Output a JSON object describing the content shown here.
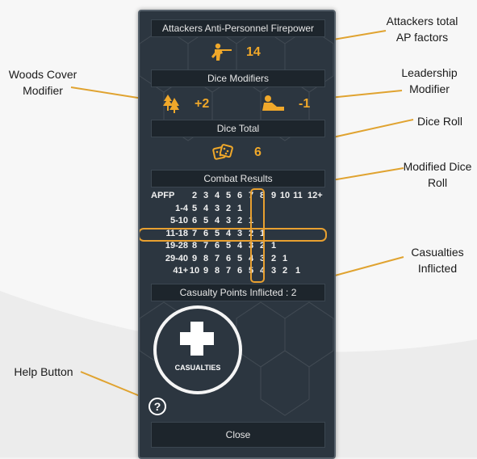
{
  "panel": {
    "firepower_header": "Attackers Anti-Personnel Firepower",
    "firepower_value": "14",
    "dice_modifiers_header": "Dice Modifiers",
    "woods_modifier": "+2",
    "leadership_modifier": "-1",
    "dice_total_header": "Dice Total",
    "dice_total_value": "6",
    "combat_results_header": "Combat Results",
    "casualty_points_label": "Casualty Points Inflicted : 2",
    "casualties_button_label": "CASUALTIES",
    "help_button_label": "?",
    "close_button_label": "Close"
  },
  "combat_table": {
    "header": [
      "APFP",
      "2",
      "3",
      "4",
      "5",
      "6",
      "7",
      "8",
      "9",
      "10",
      "11",
      "12+"
    ],
    "rows": [
      {
        "label": "1-4",
        "cells": [
          "5",
          "4",
          "3",
          "2",
          "1",
          "",
          "",
          "",
          "",
          "",
          ""
        ]
      },
      {
        "label": "5-10",
        "cells": [
          "6",
          "5",
          "4",
          "3",
          "2",
          "1",
          "",
          "",
          "",
          "",
          ""
        ]
      },
      {
        "label": "11-18",
        "cells": [
          "7",
          "6",
          "5",
          "4",
          "3",
          "2",
          "1",
          "",
          "",
          "",
          ""
        ]
      },
      {
        "label": "19-28",
        "cells": [
          "8",
          "7",
          "6",
          "5",
          "4",
          "3",
          "2",
          "1",
          "",
          "",
          ""
        ]
      },
      {
        "label": "29-40",
        "cells": [
          "9",
          "8",
          "7",
          "6",
          "5",
          "4",
          "3",
          "2",
          "1",
          "",
          ""
        ]
      },
      {
        "label": "41+",
        "cells": [
          "10",
          "9",
          "8",
          "7",
          "6",
          "5",
          "4",
          "3",
          "2",
          "1",
          ""
        ]
      }
    ]
  },
  "annotations": {
    "attackers_total": "Attackers total AP factors",
    "woods_cover": "Woods Cover Modifier",
    "leadership": "Leadership Modifier",
    "dice_roll": "Dice Roll",
    "modified_dice_roll": "Modified Dice Roll",
    "casualties_inflicted": "Casualties Inflicted",
    "help_button": "Help Button"
  },
  "colors": {
    "accent": "#f0a82a",
    "panel_bg": "#2c3640",
    "bar_bg": "#1d252c",
    "annotation_line": "#e0a330"
  },
  "icons": [
    "soldier-firing-icon",
    "tree-icon",
    "leader-icon",
    "dice-icon",
    "medical-cross-icon",
    "question-icon"
  ]
}
